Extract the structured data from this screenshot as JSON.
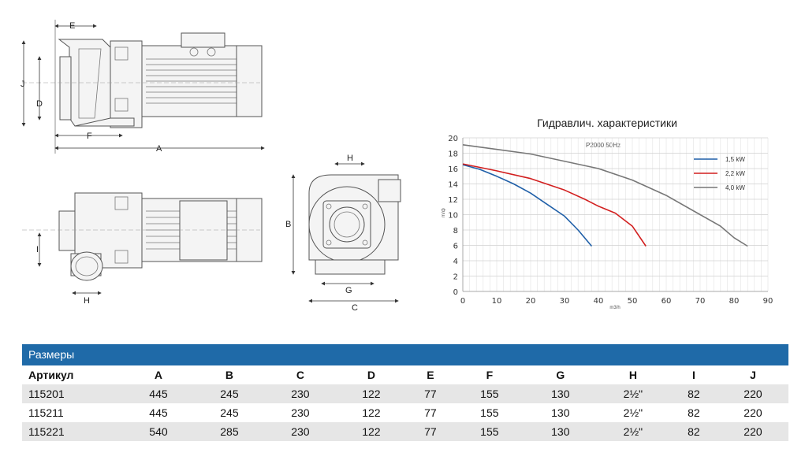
{
  "dimension_labels": {
    "e": "E",
    "j": "J",
    "d": "D",
    "f": "F",
    "a": "A",
    "i": "I",
    "h1": "H",
    "h2": "H",
    "b": "B",
    "g": "G",
    "c": "C"
  },
  "chart_data": {
    "type": "line",
    "title": "Гидравлич. характеристики",
    "subtitle": "P2000 50Hz",
    "xlabel": "m3/h",
    "ylabel": "m/ф",
    "xlim": [
      0,
      90
    ],
    "ylim": [
      0,
      20
    ],
    "xticks": [
      0,
      10,
      20,
      30,
      40,
      50,
      60,
      70,
      80,
      90
    ],
    "yticks": [
      0,
      2,
      4,
      6,
      8,
      10,
      12,
      14,
      16,
      18,
      20
    ],
    "grid": true,
    "legend_position": "top-right",
    "series": [
      {
        "name": "1,5 kW",
        "color": "#1f5fa8",
        "x": [
          0,
          5,
          10,
          15,
          20,
          25,
          30,
          34,
          38
        ],
        "y": [
          16.5,
          15.9,
          15,
          14,
          12.8,
          11.3,
          9.8,
          8,
          5.9
        ]
      },
      {
        "name": "2,2 kW",
        "color": "#d21f1f",
        "x": [
          0,
          10,
          20,
          30,
          36,
          40,
          45,
          50,
          54
        ],
        "y": [
          16.6,
          15.7,
          14.7,
          13.2,
          12,
          11.1,
          10.2,
          8.5,
          5.9
        ]
      },
      {
        "name": "4,0 kW",
        "color": "#777777",
        "x": [
          0,
          20,
          40,
          50,
          60,
          70,
          76,
          80,
          84
        ],
        "y": [
          19.1,
          17.9,
          16,
          14.5,
          12.5,
          10,
          8.5,
          7,
          5.9
        ]
      }
    ]
  },
  "table": {
    "title": "Размеры",
    "headers": [
      "Артикул",
      "A",
      "B",
      "C",
      "D",
      "E",
      "F",
      "G",
      "H",
      "I",
      "J"
    ],
    "rows": [
      [
        "115201",
        "445",
        "245",
        "230",
        "122",
        "77",
        "155",
        "130",
        "2½\"",
        "82",
        "220"
      ],
      [
        "115211",
        "445",
        "245",
        "230",
        "122",
        "77",
        "155",
        "130",
        "2½\"",
        "82",
        "220"
      ],
      [
        "115221",
        "540",
        "285",
        "230",
        "122",
        "77",
        "155",
        "130",
        "2½\"",
        "82",
        "220"
      ]
    ]
  }
}
